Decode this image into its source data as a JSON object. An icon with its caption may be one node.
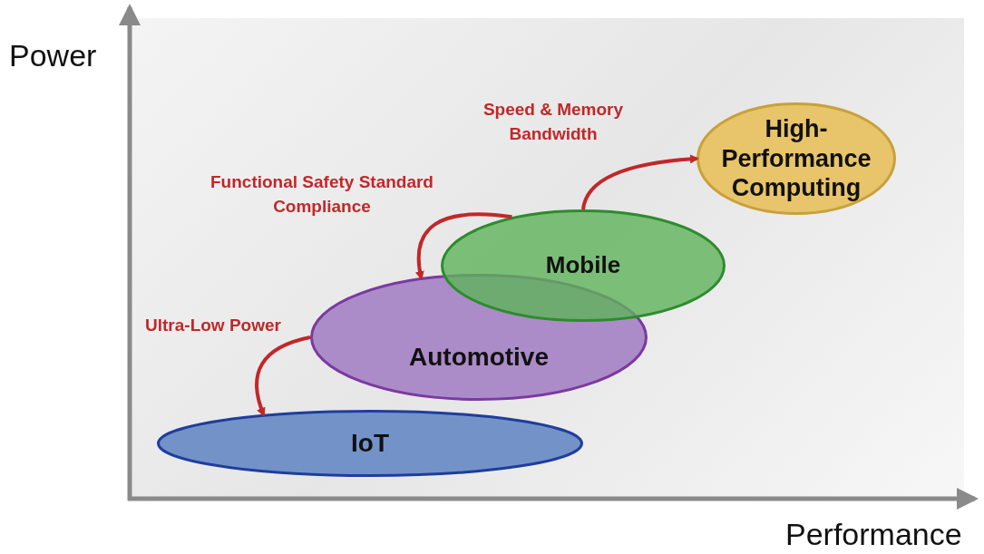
{
  "diagram": {
    "nodes": [
      {
        "text": [
          "High-Performance Computing"
        ]
      },
      {
        "text": [
          "Mobile"
        ]
      },
      {
        "text": [
          "Automotive"
        ]
      },
      {
        "text": [
          "IoT"
        ]
      }
    ],
    "edges": [
      {
        "from": 1,
        "to": 0,
        "arrow": "to",
        "label": "Speed & Memory Bandwidth"
      },
      {
        "from": 1,
        "to": 2,
        "arrow": "to",
        "label": "Functional Safety Standard Compliance"
      },
      {
        "from": 2,
        "to": 3,
        "arrow": "to",
        "label": "Ultra-Low Power"
      }
    ],
    "labels": [
      "Power",
      "Performance"
    ]
  }
}
